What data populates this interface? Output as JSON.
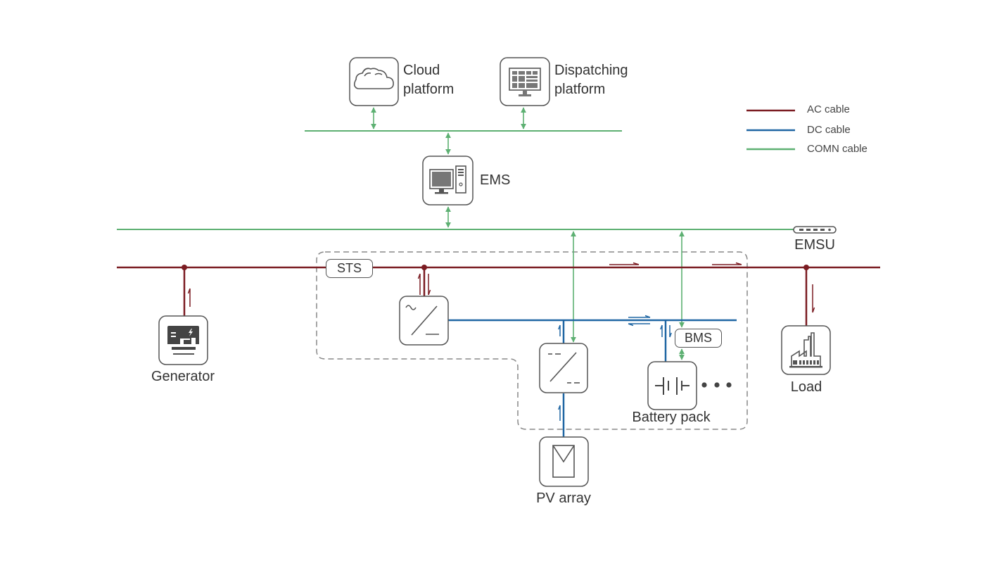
{
  "nodes": {
    "cloud": {
      "line1": "Cloud",
      "line2": "platform",
      "icon": "cloud-icon"
    },
    "dispatch": {
      "line1": "Dispatching",
      "line2": "platform",
      "icon": "monitor-grid-icon"
    },
    "ems": {
      "label": "EMS",
      "icon": "computer-icon"
    },
    "emsu": {
      "label": "EMSU",
      "icon": "emsu-device-icon"
    },
    "sts": {
      "label": "STS"
    },
    "bms": {
      "label": "BMS"
    },
    "generator": {
      "label": "Generator",
      "icon": "generator-icon"
    },
    "pcs": {
      "icon": "ac-dc-converter-icon"
    },
    "dcdc": {
      "icon": "dc-dc-converter-icon"
    },
    "battery": {
      "label": "Battery pack",
      "icon": "battery-icon",
      "more": "more-icon"
    },
    "pv": {
      "label": "PV array",
      "icon": "solar-panel-icon"
    },
    "load": {
      "label": "Load",
      "icon": "factory-icon"
    }
  },
  "legend": [
    {
      "label": "AC cable",
      "color": "#7b1c22"
    },
    {
      "label": "DC cable",
      "color": "#1f66a3"
    },
    {
      "label": "COMN cable",
      "color": "#5db072"
    }
  ],
  "colors": {
    "ac": "#7b1c22",
    "dc": "#1f66a3",
    "comm": "#5db072",
    "stroke": "#555555",
    "dash": "#888888"
  }
}
